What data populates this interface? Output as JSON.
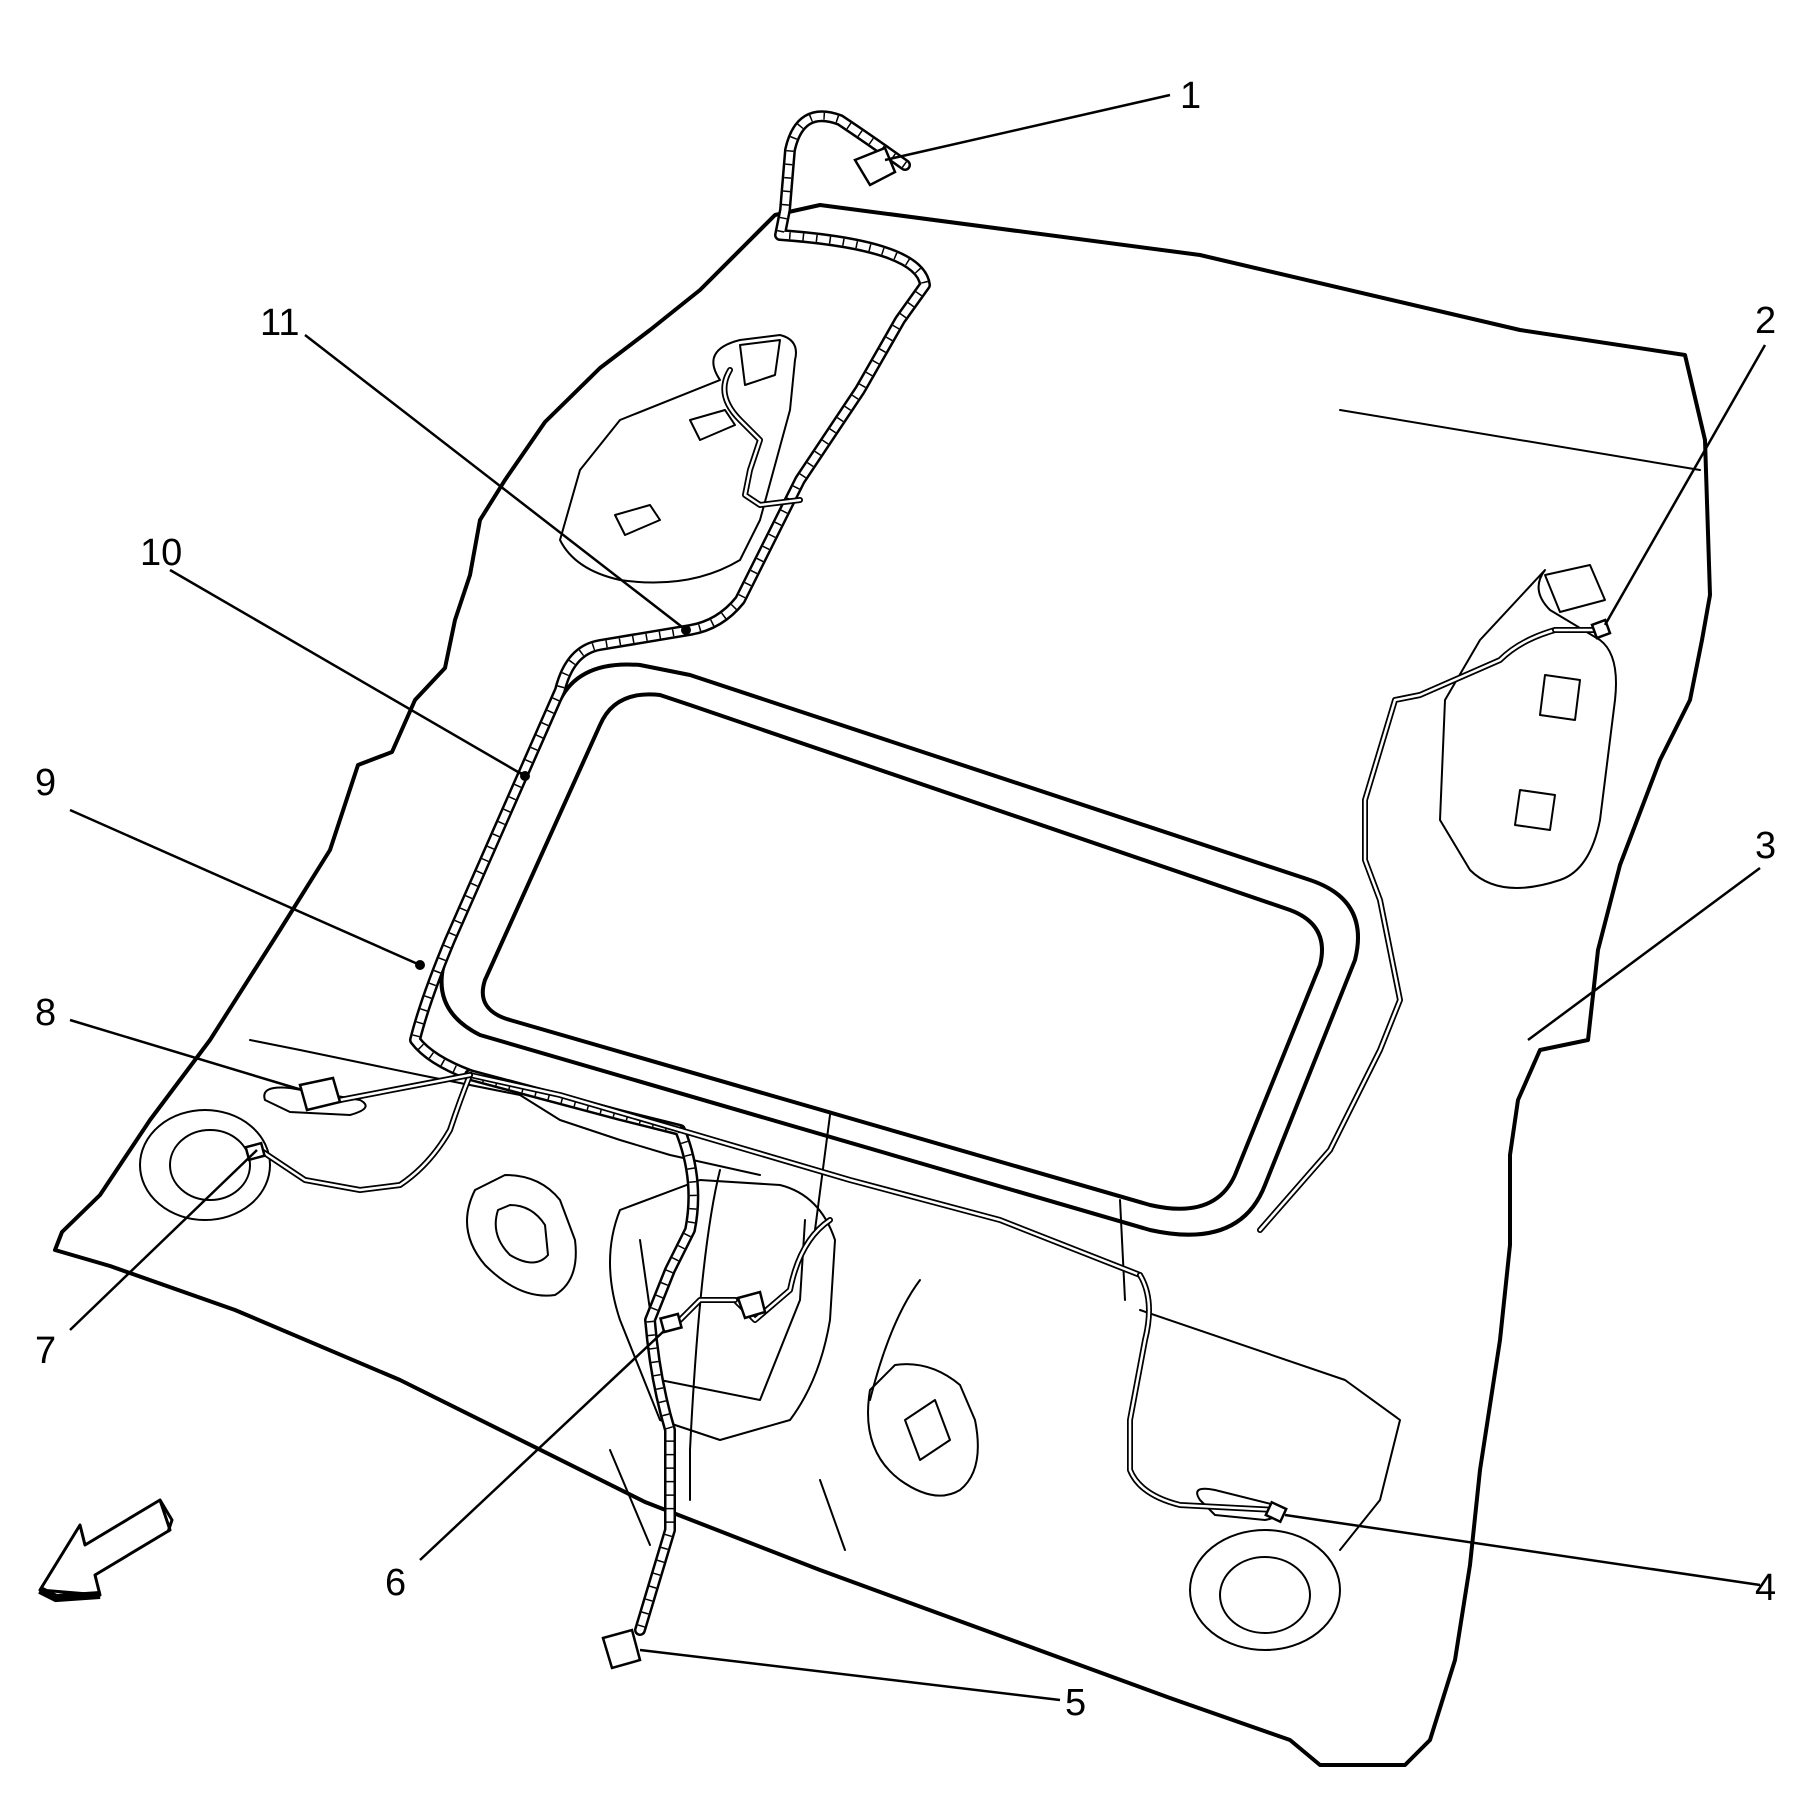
{
  "callouts": [
    {
      "id": "1",
      "label": "1"
    },
    {
      "id": "2",
      "label": "2"
    },
    {
      "id": "3",
      "label": "3"
    },
    {
      "id": "4",
      "label": "4"
    },
    {
      "id": "5",
      "label": "5"
    },
    {
      "id": "6",
      "label": "6"
    },
    {
      "id": "7",
      "label": "7"
    },
    {
      "id": "8",
      "label": "8"
    },
    {
      "id": "9",
      "label": "9"
    },
    {
      "id": "10",
      "label": "10"
    },
    {
      "id": "11",
      "label": "11"
    }
  ],
  "indicators": {
    "direction_arrow": "front-direction-arrow-icon"
  }
}
